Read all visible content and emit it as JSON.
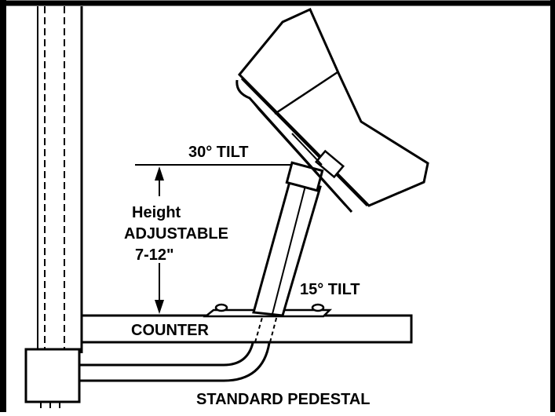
{
  "diagram": {
    "labels": {
      "tilt_top": "30° TILT",
      "height_line1": "Height",
      "height_line2": "ADJUSTABLE",
      "height_line3": "7-12\"",
      "tilt_bottom": "15° TILT",
      "counter": "COUNTER",
      "caption": "STANDARD PEDESTAL"
    },
    "colors": {
      "ink": "#000000",
      "paper": "#ffffff"
    }
  }
}
